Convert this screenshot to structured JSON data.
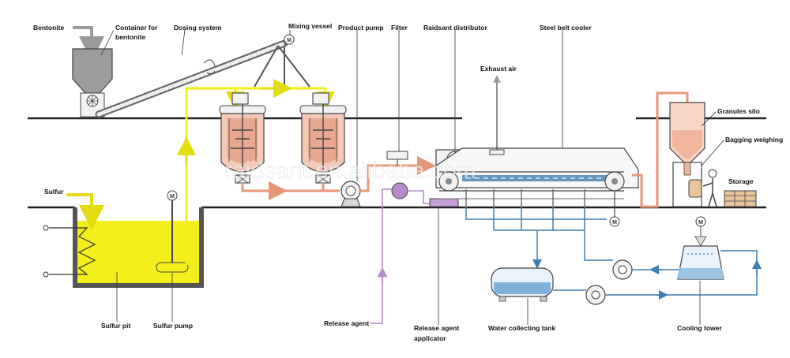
{
  "labels": {
    "bentonite": "Bentonite",
    "container_line1": "Container for",
    "container_line2": "bentonite",
    "dosing_system": "Dosing system",
    "mixing_vessel": "Mixing vessel",
    "product_pump": "Product pump",
    "filter": "Filter",
    "raidsant_distributor": "Raidsant distributor",
    "steel_belt_cooler": "Steel belt cooler",
    "exhaust_air": "Exhaust air",
    "granules_silo": "Granules silo",
    "bagging_weighing": "Bagging weighing",
    "storage": "Storage",
    "sulfur": "Sulfur",
    "sulfur_pit": "Sulfur pit",
    "sulfur_pump": "Sulfur pump",
    "release_agent": "Release agent",
    "release_agent_applicator_line1": "Release agent",
    "release_agent_applicator_line2": "applicator",
    "water_collecting_tank": "Water collecting tank",
    "cooling_tower": "Cooling tower"
  },
  "motor_symbol": "M",
  "watermark": "raidsant.en.alibaba.com",
  "colors": {
    "sulfur": "#f4ee1a",
    "sulfur_line": "#e3dc10",
    "product_line": "#e8967a",
    "release_agent_line": "#b48cc8",
    "water_line": "#3f7fb3",
    "ground": "#222222"
  }
}
